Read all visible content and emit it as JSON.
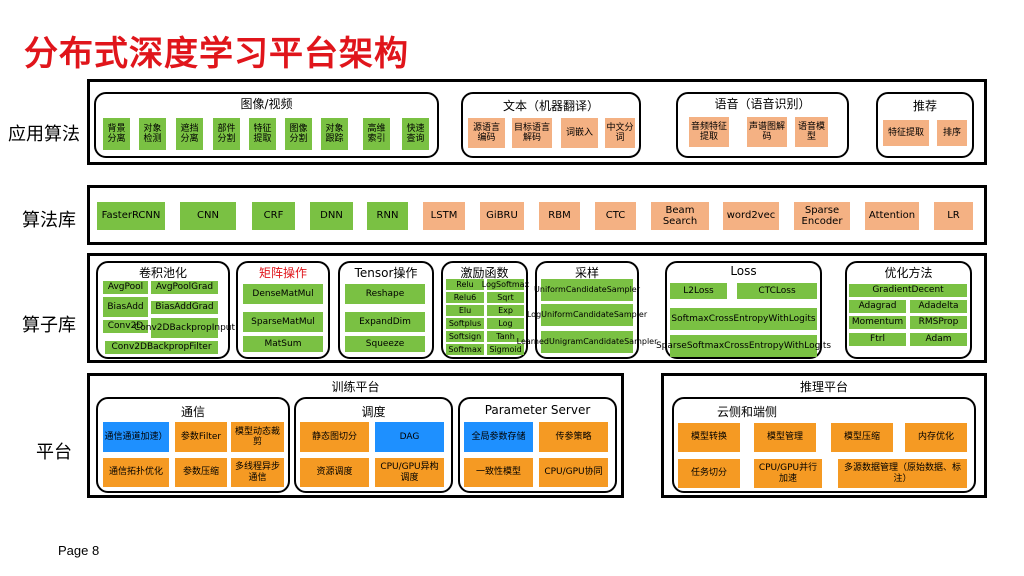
{
  "title": "分布式深度学习平台架构",
  "page_label": "Page 8",
  "row_labels": {
    "app": "应用算法",
    "algo": "算法库",
    "op": "算子库",
    "platform": "平台"
  },
  "app": {
    "image": {
      "label": "图像/视频",
      "items": [
        "背景分离",
        "对象检测",
        "遮挡分离",
        "部件分割",
        "特征提取",
        "图像分割",
        "对象跟踪",
        "高维索引",
        "快速查询"
      ]
    },
    "text": {
      "label": "文本（机器翻译）",
      "items": [
        "源语言编码",
        "目标语言解码",
        "词嵌入",
        "中文分词"
      ]
    },
    "speech": {
      "label": "语音（语音识别）",
      "items": [
        "音频特征提取",
        "声谱图解码",
        "语音模型"
      ]
    },
    "recommend": {
      "label": "推荐",
      "items": [
        "特征提取",
        "排序"
      ]
    }
  },
  "algo": {
    "items": [
      "FasterRCNN",
      "CNN",
      "CRF",
      "DNN",
      "RNN",
      "LSTM",
      "GiBRU",
      "RBM",
      "CTC",
      "Beam Search",
      "word2vec",
      "Sparse Encoder",
      "Attention",
      "LR"
    ]
  },
  "ops": {
    "conv": {
      "label": "卷积池化",
      "items": [
        "AvgPool",
        "AvgPoolGrad",
        "BiasAdd",
        "BiasAddGrad",
        "Conv2D",
        "Conv2DBackpropInput",
        "Conv2DBackpropFilter"
      ]
    },
    "matrix": {
      "label": "矩阵操作",
      "items": [
        "DenseMatMul",
        "SparseMatMul",
        "MatSum"
      ]
    },
    "tensor": {
      "label": "Tensor操作",
      "items": [
        "Reshape",
        "ExpandDim",
        "Squeeze"
      ]
    },
    "activation": {
      "label": "激励函数",
      "items": [
        "Relu",
        "LogSoftmax",
        "Relu6",
        "Sqrt",
        "Elu",
        "Exp",
        "Softplus",
        "Log",
        "Softsign",
        "Tanh",
        "Softmax",
        "Sigmoid"
      ]
    },
    "sampling": {
      "label": "采样",
      "items": [
        "UniformCandidateSampler",
        "LogUniformCandidateSampler",
        "LearnedUnigramCandidateSampler"
      ]
    },
    "loss": {
      "label": "Loss",
      "items": [
        "L2Loss",
        "CTCLoss",
        "SoftmaxCrossEntropyWithLogits",
        "SparseSoftmaxCrossEntropyWithLogits"
      ]
    },
    "optim": {
      "label": "优化方法",
      "items": [
        "GradientDecent",
        "Adagrad",
        "Adadelta",
        "Momentum",
        "RMSProp",
        "Ftrl",
        "Adam"
      ]
    }
  },
  "platform": {
    "training": {
      "label": "训练平台",
      "comm": {
        "label": "通信",
        "items": [
          "通信通道加速）",
          "参数Filter",
          "模型动态裁剪",
          "通信拓扑优化",
          "参数压缩",
          "多线程异步通信"
        ]
      },
      "sched": {
        "label": "调度",
        "items": [
          "静态图切分",
          "DAG",
          "资源调度",
          "CPU/GPU异构调度"
        ]
      },
      "ps": {
        "label": "Parameter Server",
        "items": [
          "全局参数存储",
          "传参策略",
          "一致性模型",
          "CPU/GPU协同"
        ]
      }
    },
    "inference": {
      "label": "推理平台",
      "cloud": {
        "label": "云侧和端侧",
        "items": [
          "模型转换",
          "模型管理",
          "模型压缩",
          "内存优化",
          "任务切分",
          "CPU/GPU并行加速",
          "多源数据管理（原始数据、标注）"
        ]
      }
    }
  },
  "colors": {
    "title": "#e0151b",
    "green": "#7ac143",
    "orange": "#f59a23",
    "blue": "#1e90ff",
    "peach": "#f4b183"
  }
}
